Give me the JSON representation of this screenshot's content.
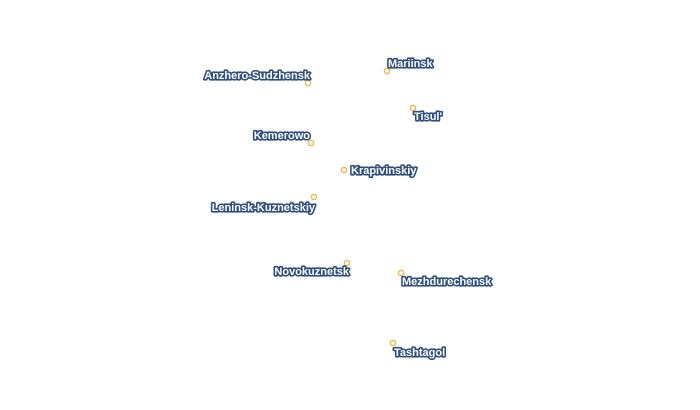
{
  "map": {
    "cities": [
      {
        "id": "mariinsk",
        "name": "Mariinsk",
        "marker_color": "#e8b84a"
      },
      {
        "id": "anzhero-sudzhensk",
        "name": "Anzhero-Sudzhensk",
        "marker_color": "#e8b84a"
      },
      {
        "id": "tisul",
        "name": "Tisul'",
        "marker_color": "#e8b84a"
      },
      {
        "id": "kemerowo",
        "name": "Kemerowo",
        "marker_color": "#e8b84a"
      },
      {
        "id": "krapivinskiy",
        "name": "Krapivinskiy",
        "marker_color": "#e8b84a"
      },
      {
        "id": "leninsk-kuznetskiy",
        "name": "Leninsk-Kuznetskiy",
        "marker_color": "#e8b84a"
      },
      {
        "id": "novokuznetsk",
        "name": "Novokuznetsk",
        "marker_color": "#e8b84a"
      },
      {
        "id": "mezhdurechensk",
        "name": "Mezhdurechensk",
        "marker_color": "#e8b84a"
      },
      {
        "id": "tashtagol",
        "name": "Tashtagol",
        "marker_color": "#e8b84a"
      }
    ],
    "label_color": "#ffffff",
    "label_halo_color": "#2f4e7e"
  }
}
